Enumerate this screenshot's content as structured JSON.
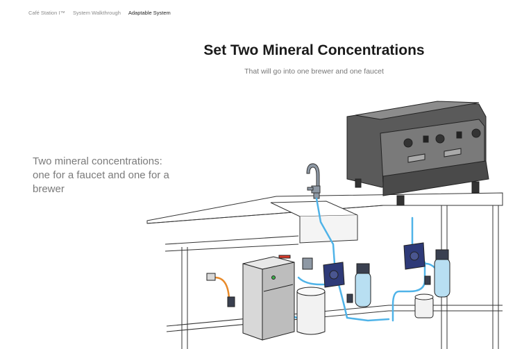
{
  "nav": {
    "items": [
      {
        "label": "Café Station I™",
        "active": false
      },
      {
        "label": "System Walkthrough",
        "active": false
      },
      {
        "label": "Adaptable System",
        "active": true
      }
    ]
  },
  "header": {
    "title": "Set Two Mineral Concentrations",
    "subtitle": "That will go into one brewer and one faucet"
  },
  "description": "Two mineral concentrations: one for a faucet and one for a brewer",
  "colors": {
    "water_line": "#4fb3e8",
    "hot_line": "#e88a2a",
    "hardware_blue": "#2e3a78",
    "machine_gray": "#5a5a5a",
    "indicator_green": "#3cb04a",
    "indicator_red": "#d83a2a"
  }
}
